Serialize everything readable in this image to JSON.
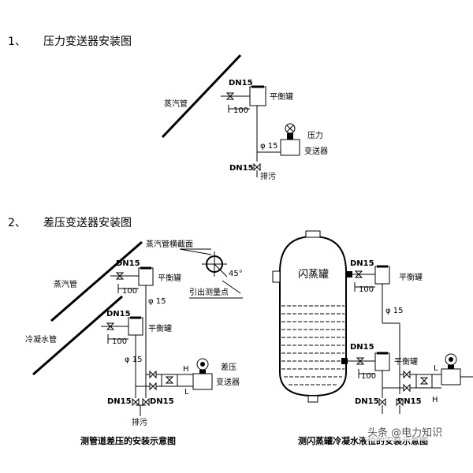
{
  "section1": {
    "number": "1、",
    "title": "压力变送器安装图"
  },
  "section2": {
    "number": "2、",
    "title": "差压变送器安装图"
  },
  "diagram1": {
    "dn15": "DN15",
    "steam_pipe": "蒸汽管",
    "balance_tank": "平衡罐",
    "dim_100": "100",
    "transmitter_line1": "压力",
    "transmitter_line2": "变送器",
    "phi15": "φ 15",
    "dn15_drain": "DN15",
    "drain": "排污"
  },
  "diagram2": {
    "section_label": "蒸汽管横截面",
    "angle": "45°",
    "tap_point": "引出测量点",
    "dn15_top": "DN15",
    "steam_pipe": "蒸汽管",
    "balance_tank_top": "平衡罐",
    "dim_100_top": "100",
    "phi15_top": "φ 15",
    "dn15_mid": "DN15",
    "balance_tank_mid": "平衡罐",
    "cold_water_pipe": "冷凝水管",
    "dim_100_mid": "100",
    "phi15_mid": "φ 15",
    "h": "H",
    "l": "L",
    "dp_line1": "差压",
    "dp_line2": "变送器",
    "dn15_left": "DN15",
    "dn15_right": "DN15",
    "drain": "排污",
    "caption": "测管道差压的安装示意图"
  },
  "diagram3": {
    "vessel_label": "闪蒸罐",
    "dn15_top": "DN15",
    "balance_tank_top": "平衡罐",
    "dim_100_top": "100",
    "phi15": "φ 15",
    "dn15_mid": "DN15",
    "balance_tank_mid": "平衡罐",
    "dim_100_mid": "100",
    "l": "L",
    "h": "H",
    "dn15_bl": "DN15",
    "dn15_br": "DN15",
    "caption": "测闪蒸罐冷凝水液位的安装示意图"
  },
  "watermark": "头条 @电力知识"
}
